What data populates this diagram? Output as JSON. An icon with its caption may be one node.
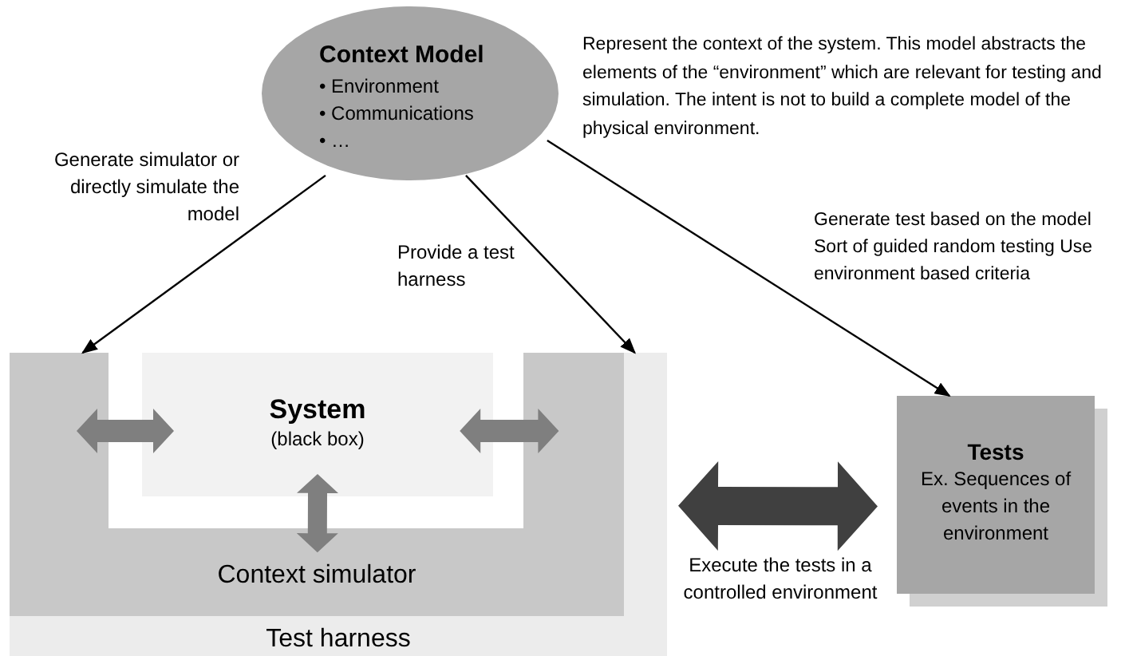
{
  "diagram": {
    "nodes": [
      {
        "text": [
          "Context Model",
          "• Environment",
          "• Communications",
          "• …"
        ]
      },
      {
        "text": [
          "Test harness"
        ]
      },
      {
        "text": [
          "Context simulator"
        ],
        "in": 1
      },
      {
        "text": [
          "System",
          "(black box)"
        ],
        "in": 2
      },
      {
        "text": [
          "Tests",
          "Ex. Sequences of events in the environment"
        ]
      }
    ],
    "edges": [
      {
        "from": 0,
        "to": 2,
        "arrow": "to",
        "label": "Generate simulator or directly simulate the model"
      },
      {
        "from": 0,
        "to": 1,
        "arrow": "to",
        "label": "Provide a test harness"
      },
      {
        "from": 0,
        "to": 4,
        "arrow": "to",
        "label": "Generate test based on the model Sort of guided random testing Use environment based criteria"
      },
      {
        "from": 2,
        "to": 3,
        "arrow": "both",
        "style": "thick",
        "color": "#7f7f7f"
      },
      {
        "from": 3,
        "to": 2,
        "arrow": "both",
        "style": "thick",
        "color": "#7f7f7f"
      },
      {
        "from": 3,
        "to": 2,
        "arrow": "both",
        "style": "thick",
        "color": "#7f7f7f"
      },
      {
        "from": 1,
        "to": 4,
        "arrow": "both",
        "style": "thick",
        "color": "#404040",
        "label": "Execute the tests in a controlled environment"
      }
    ],
    "labels": [
      "Represent the context of the system. This model abstracts the elements of the “environment” which are relevant for testing and simulation. The intent is not to build a complete model of the physical environment."
    ]
  }
}
